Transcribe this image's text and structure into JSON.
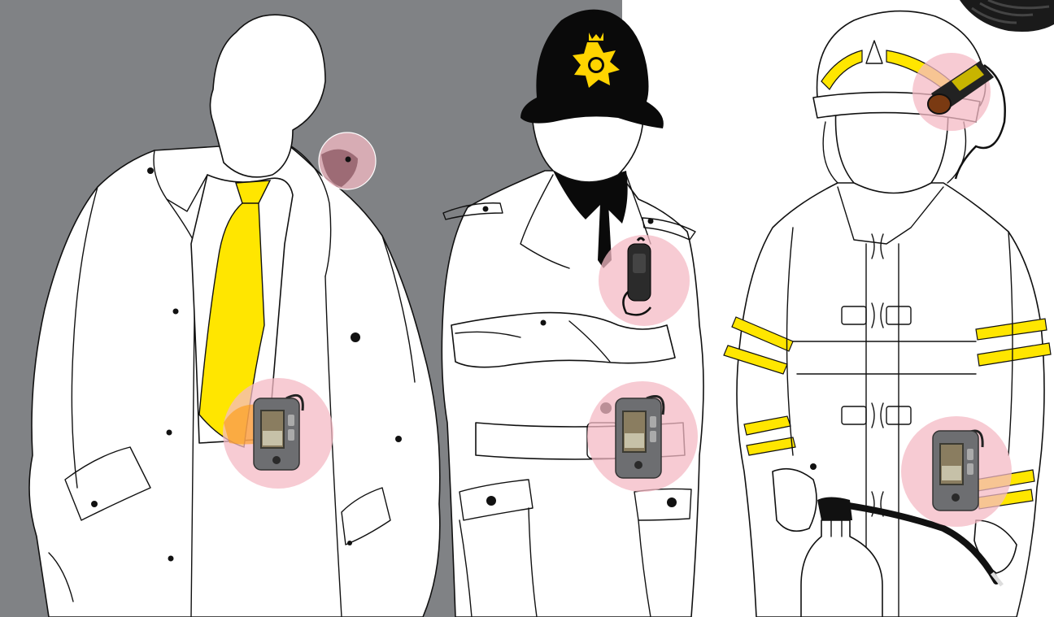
{
  "colors": {
    "background_left": "#808285",
    "background_right": "#ffffff",
    "outline": "#111111",
    "figure_fill": "#ffffff",
    "tie": "#ffe600",
    "reflective_stripe": "#ffe600",
    "highlight_circle": "#f4b9c4",
    "helmet": "#0a0a0a",
    "badge": "#ffd400",
    "device_body": "#6d6e71"
  },
  "figures": [
    {
      "role": "plain-clothes",
      "icon": "person-suit-coat-icon"
    },
    {
      "role": "police-officer",
      "icon": "police-custodian-helmet-icon"
    },
    {
      "role": "firefighter",
      "icon": "firefighter-helmet-icon"
    }
  ],
  "devices": [
    {
      "type": "body-worn-camera",
      "icon": "body-camera-icon"
    },
    {
      "type": "lapel-camera",
      "icon": "pinhole-camera-icon"
    },
    {
      "type": "speaker-microphone",
      "icon": "speaker-mic-icon"
    },
    {
      "type": "helmet-camera",
      "icon": "helmet-camera-icon"
    }
  ]
}
